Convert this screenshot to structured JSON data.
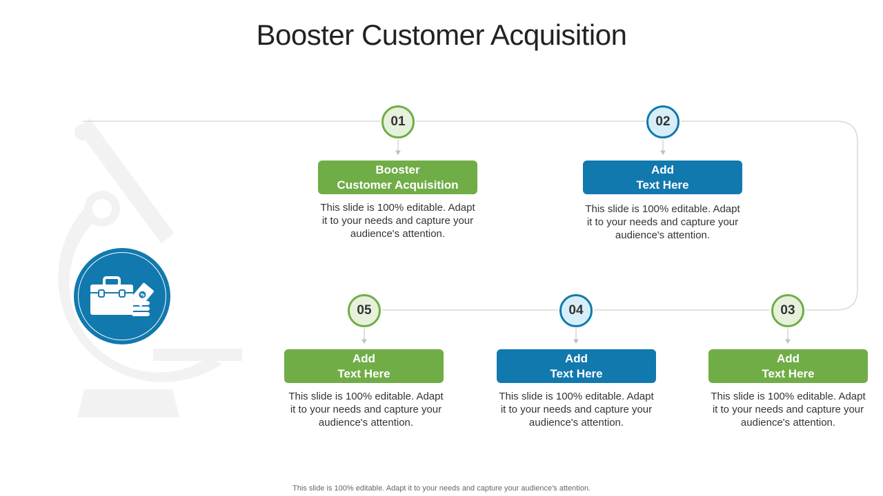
{
  "slide": {
    "title": "Booster Customer Acquisition",
    "footer": "This slide is 100% editable. Adapt it to your needs and capture your audience's attention."
  },
  "steps": [
    {
      "number": "01",
      "title_line1": "Booster",
      "title_line2": "Customer Acquisition",
      "description": "This slide is 100% editable. Adapt it to your needs and capture your audience's attention.",
      "color": "#70ad47"
    },
    {
      "number": "02",
      "title_line1": "Add",
      "title_line2": "Text Here",
      "description": "This slide is 100% editable. Adapt it to your needs and capture your audience's attention.",
      "color": "#1179ae"
    },
    {
      "number": "03",
      "title_line1": "Add",
      "title_line2": "Text Here",
      "description": "This slide is 100% editable. Adapt it to your needs and capture your audience's attention.",
      "color": "#70ad47"
    },
    {
      "number": "04",
      "title_line1": "Add",
      "title_line2": "Text Here",
      "description": "This slide is 100% editable. Adapt it to your needs and capture your audience's attention.",
      "color": "#1179ae"
    },
    {
      "number": "05",
      "title_line1": "Add",
      "title_line2": "Text Here",
      "description": "This slide is 100% editable. Adapt it to your needs and capture your audience's attention.",
      "color": "#70ad47"
    }
  ],
  "icons": {
    "background": "microscope-icon",
    "center": "briefcase-money-icon"
  },
  "colors": {
    "green": "#70ad47",
    "blue": "#1179ae",
    "watermark": "#f2f2f2"
  }
}
